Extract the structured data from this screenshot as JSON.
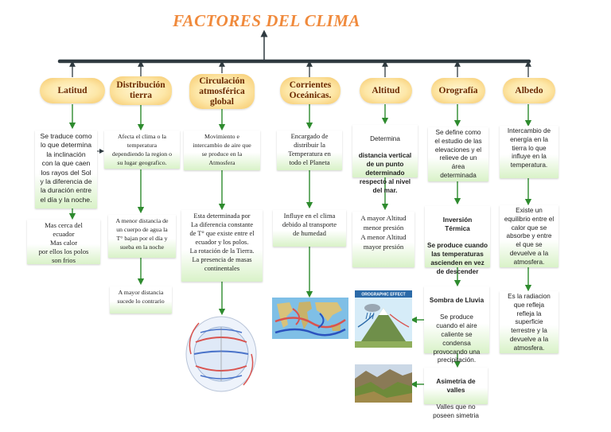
{
  "title": "FACTORES DEL CLIMA",
  "colors": {
    "title": "#f08a3c",
    "connector": "#2f3a40",
    "arrow": "#2e8b2e",
    "pill_text": "#6b2a00"
  },
  "categories": {
    "latitud": "Latitud",
    "distribucion": "Distribución\ntierra",
    "circulacion": "Circulación\natmosférica\nglobal",
    "corrientes": "Corrientes\nOceánicas.",
    "altitud": "Altitud",
    "orografia": "Orografía",
    "albedo": "Albedo"
  },
  "boxes": {
    "latitud_1": "Se traduce como\nlo que determina\nla inclinación\ncon la que caen\nlos rayos del Sol\ny la diferencia de\nla duración entre\nel día y la noche.",
    "latitud_2": "Mas cerca del\necuador\nMas calor\npor ellos los polos\nson frios",
    "distribucion_1": "Afecta el clima o la\ntemperatura\ndependiendo la region o\nsu lugar geografico.",
    "distribucion_2": "A menor distancia de\nun cuerpo de agua la\nT° bajan por  el día y\nsueba en la noche",
    "distribucion_3": "A mayor distancia\nsucede lo contrario",
    "circulacion_1": "Movimiento e\nintercambio de aire  que\nse produce en la\nAtmosfera",
    "circulacion_2": "Esta determinada por\nLa diferencia constante\nde T° que existe entre el\necuador y los polos.\nLa rotación de la Tierra.\nLa presencia de masas\ncontinentales",
    "corrientes_1": "Encargado de\ndistribuir la\nTemperatura en\ntodo el Planeta",
    "corrientes_2": "Influye en el clima\ndebido al transporte\nde humedad",
    "altitud_1a": "Determina",
    "altitud_1b": "distancia vertical\nde un punto\ndeterminado\nrespecto al nivel\ndel mar.",
    "altitud_2": "A mayor Altitud\nmenor presión\nA menor Altitud\nmayor presión",
    "orografia_1": "Se define como\nel estudio de las\nelevaciones y el\nrelieve de un\nárea\ndeterminada",
    "orografia_2a": "Inversión\nTérmica",
    "orografia_2b": "Se produce cuando\nlas temperaturas\nascienden en vez\nde descender",
    "orografia_3a": "Sombra de Lluvia",
    "orografia_3b": "Se produce\ncuando el aire\ncaliente se\ncondensa\nprovocando una\nprecipitación.",
    "orografia_4a": "Asimetria de\nvalles",
    "orografia_4b": "Valles que no\nposeen simetria",
    "albedo_1": "Intercambio de\nenergía en la\ntierra lo que\ninfluye en la\ntemperatura.",
    "albedo_2": "Existe un\nequilibrio entre el\ncalor que se\nabsorbe y entre\nel que se\ndevuelve a la\natmosfera.",
    "albedo_3": "Es la radiacion\nque refleja\nrefleja la\nsuperficie\nterrestre y la\ndevuelve a la\natmosfera."
  },
  "images": {
    "orographic_label": "OROGRAPHIC EFFECT"
  }
}
